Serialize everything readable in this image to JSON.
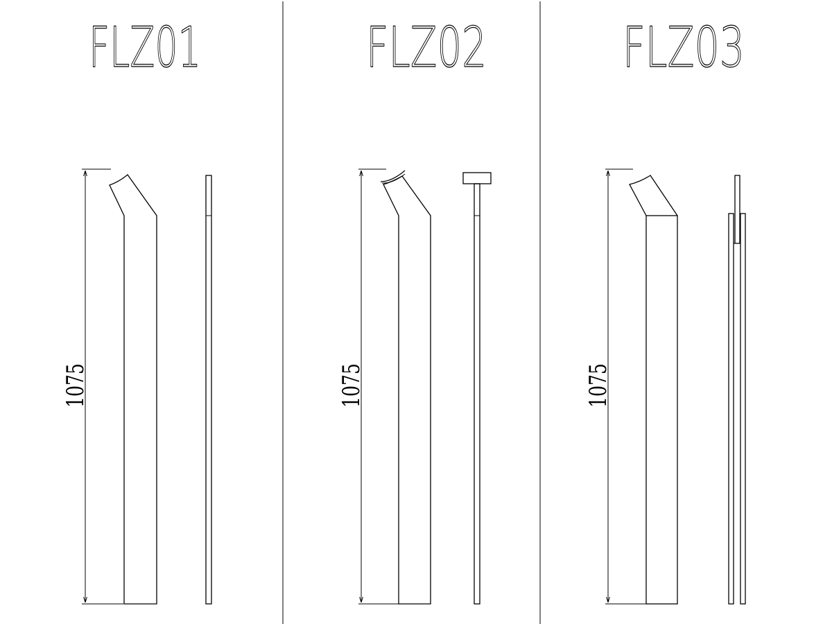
{
  "panels": [
    {
      "id": "flz01",
      "title": "FLZ01",
      "dimension": "1075"
    },
    {
      "id": "flz02",
      "title": "FLZ02",
      "dimension": "1075"
    },
    {
      "id": "flz03",
      "title": "FLZ03",
      "dimension": "1075"
    }
  ]
}
